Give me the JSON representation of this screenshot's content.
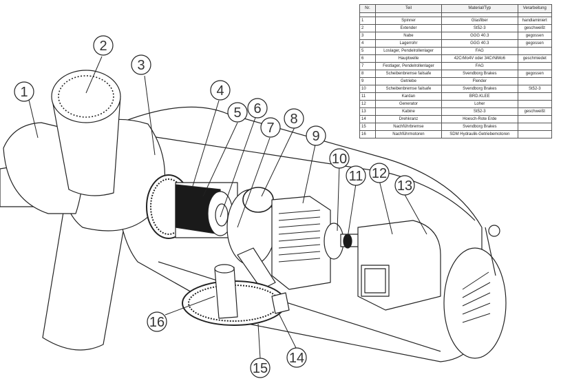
{
  "table": {
    "headers": [
      "Nr.",
      "Teil",
      "Material/Typ",
      "Verarbeitung"
    ],
    "rows": [
      {
        "nr": "1",
        "teil": "Spinner",
        "material": "Glasfiber",
        "verarbeitung": "handlaminiert"
      },
      {
        "nr": "2",
        "teil": "Extender",
        "material": "St52-3",
        "verarbeitung": "geschweißt"
      },
      {
        "nr": "3",
        "teil": "Nabe",
        "material": "GGG 40.3",
        "verarbeitung": "gegossen"
      },
      {
        "nr": "4",
        "teil": "Lagerrohr",
        "material": "GGG 40.3",
        "verarbeitung": "gegossen"
      },
      {
        "nr": "5",
        "teil": "Loslager, Pendelrollenlager",
        "material": "FAG",
        "verarbeitung": ""
      },
      {
        "nr": "6",
        "teil": "Hauptwelle",
        "material": "42CrMo4V oder 34CrNiMo6",
        "verarbeitung": "geschmiedet"
      },
      {
        "nr": "7",
        "teil": "Festlager, Pendelrollenlager",
        "material": "FAG",
        "verarbeitung": ""
      },
      {
        "nr": "8",
        "teil": "Scheibenbremse failsafe",
        "material": "Svendborg Brakes",
        "verarbeitung": "gegossen"
      },
      {
        "nr": "9",
        "teil": "Getriebe",
        "material": "Flender",
        "verarbeitung": ""
      },
      {
        "nr": "10",
        "teil": "Scheibenbremse failsafe",
        "material": "Svendborg Brakes",
        "verarbeitung": "St52-3"
      },
      {
        "nr": "11",
        "teil": "Kardan",
        "material": "BRD.KLEE",
        "verarbeitung": ""
      },
      {
        "nr": "12",
        "teil": "Generator",
        "material": "Loher",
        "verarbeitung": ""
      },
      {
        "nr": "13",
        "teil": "Kabine",
        "material": "St52-3",
        "verarbeitung": "geschweißt"
      },
      {
        "nr": "14",
        "teil": "Drehkranz",
        "material": "Hoesch-Rote Erde",
        "verarbeitung": ""
      },
      {
        "nr": "15",
        "teil": "Nachführbremse",
        "material": "Svendborg Brakes",
        "verarbeitung": ""
      },
      {
        "nr": "16",
        "teil": "Nachführmotoren",
        "material": "SDM Hydraulik-Getriebemotoren",
        "verarbeitung": ""
      }
    ]
  },
  "callouts": [
    {
      "id": "1",
      "label": "1"
    },
    {
      "id": "2",
      "label": "2"
    },
    {
      "id": "3",
      "label": "3"
    },
    {
      "id": "4",
      "label": "4"
    },
    {
      "id": "5",
      "label": "5"
    },
    {
      "id": "6",
      "label": "6"
    },
    {
      "id": "7",
      "label": "7"
    },
    {
      "id": "8",
      "label": "8"
    },
    {
      "id": "9",
      "label": "9"
    },
    {
      "id": "10",
      "label": "10"
    },
    {
      "id": "11",
      "label": "11"
    },
    {
      "id": "12",
      "label": "12"
    },
    {
      "id": "13",
      "label": "13"
    },
    {
      "id": "14",
      "label": "14"
    },
    {
      "id": "15",
      "label": "15"
    },
    {
      "id": "16",
      "label": "16"
    }
  ],
  "colors": {
    "line": "#222222",
    "dark_part": "#1a1a1a",
    "background": "#ffffff"
  }
}
